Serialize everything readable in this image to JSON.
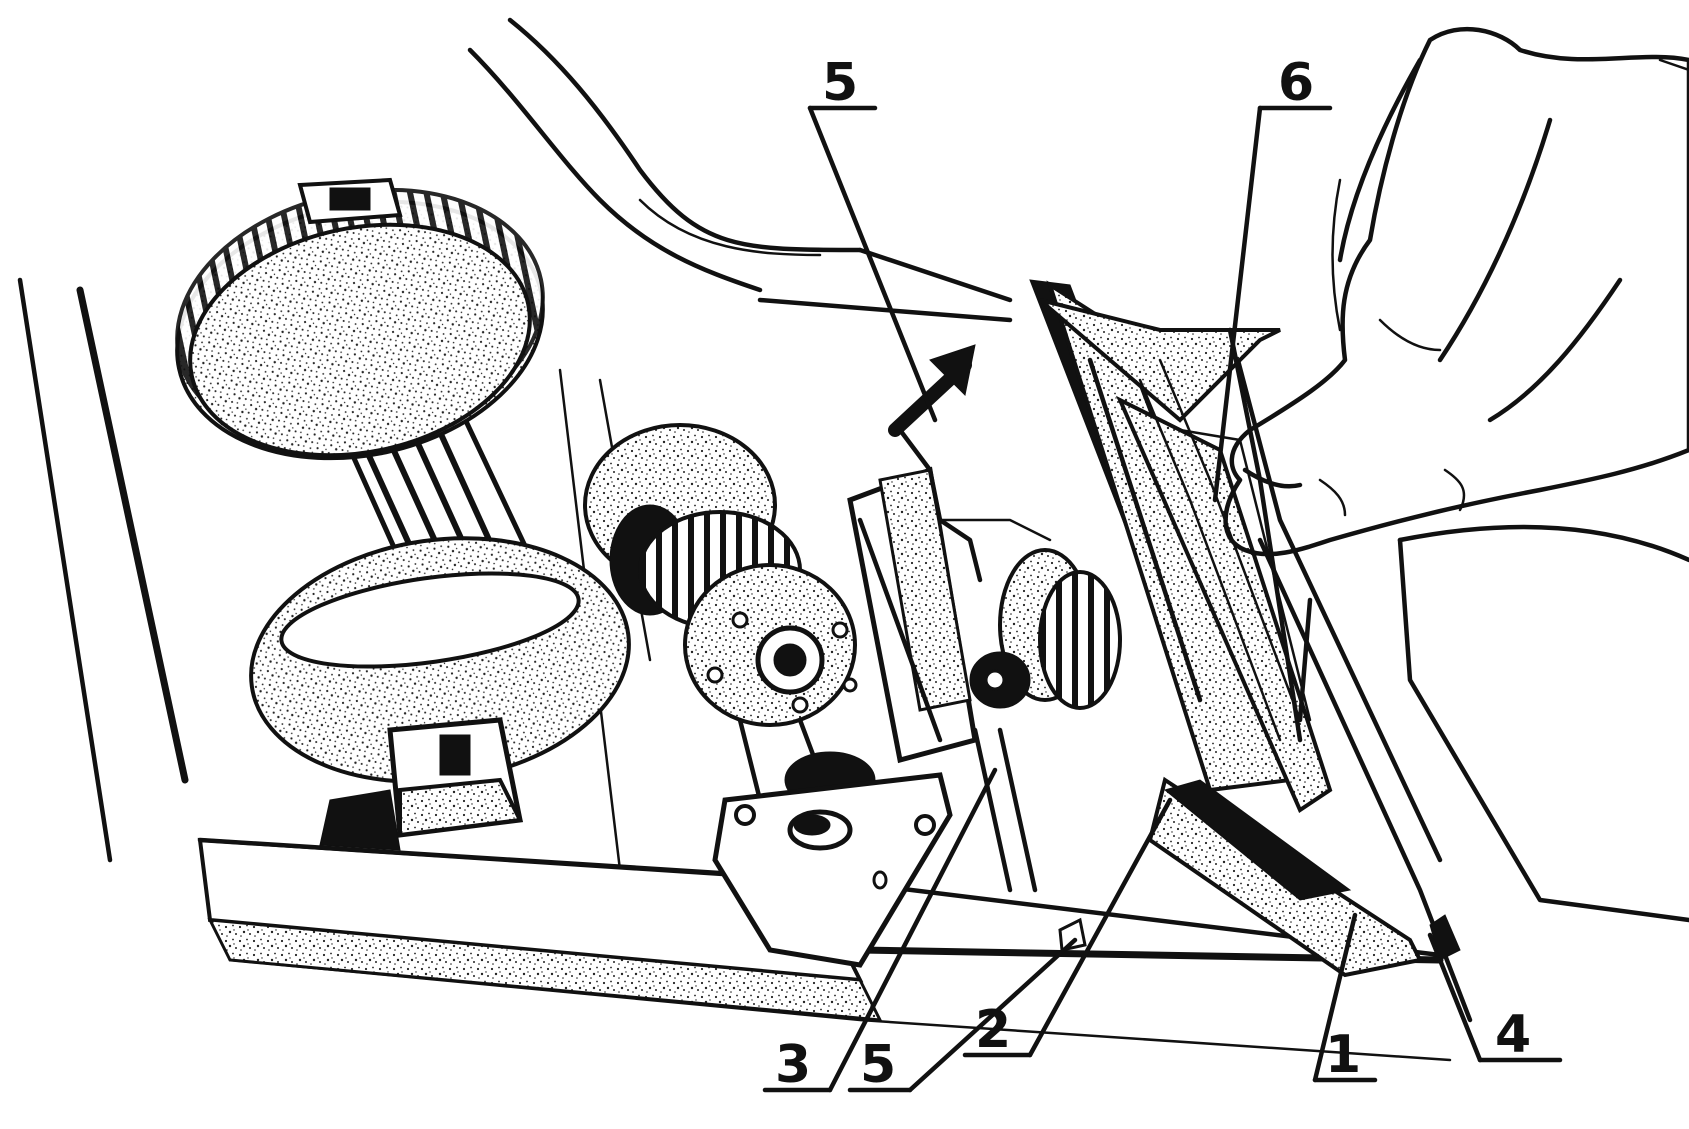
{
  "callouts": [
    {
      "id": "c5-top",
      "text": "5"
    },
    {
      "id": "c6",
      "text": "6"
    },
    {
      "id": "c3",
      "text": "3"
    },
    {
      "id": "c5-bot",
      "text": "5"
    },
    {
      "id": "c2",
      "text": "2"
    },
    {
      "id": "c1",
      "text": "1"
    },
    {
      "id": "c4",
      "text": "4"
    }
  ],
  "colors": {
    "ink": "#111111",
    "paper": "#ffffff"
  }
}
